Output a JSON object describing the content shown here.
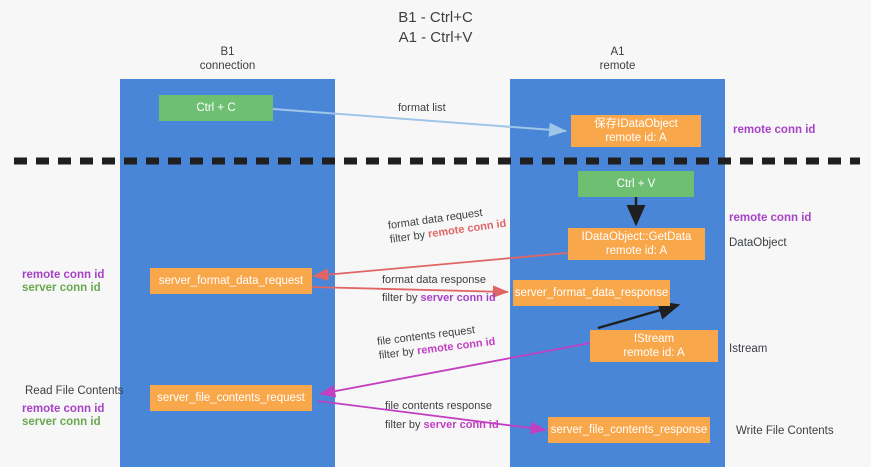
{
  "title": {
    "line1": "B1 - Ctrl+C",
    "line2": "A1 - Ctrl+V"
  },
  "lanes": [
    {
      "id": "b1",
      "name": "B1",
      "sub": "connection"
    },
    {
      "id": "a1",
      "name": "A1",
      "sub": "remote"
    }
  ],
  "nodes": {
    "ctrl_c": {
      "line1": "Ctrl + C",
      "line2": "",
      "color": "#6fbf73"
    },
    "save_dataobject": {
      "line1": "保存IDataObject",
      "line2": "remote id: A",
      "color": "#f9a74b"
    },
    "ctrl_v": {
      "line1": "Ctrl + V",
      "line2": "",
      "color": "#6fbf73"
    },
    "getdata": {
      "line1": "IDataObject::GetData",
      "line2": "remote id: A",
      "color": "#f9a74b"
    },
    "server_format_data_request": {
      "line1": "server_format_data_request",
      "line2": "",
      "color": "#f9a74b"
    },
    "server_format_data_response": {
      "line1": "server_format_data_response",
      "line2": "",
      "color": "#f9a74b"
    },
    "istream": {
      "line1": "IStream",
      "line2": "remote id: A",
      "color": "#f9a74b"
    },
    "server_file_contents_request": {
      "line1": "server_file_contents_request",
      "line2": "",
      "color": "#f9a74b"
    },
    "server_file_contents_response": {
      "line1": "server_file_contents_response",
      "line2": "",
      "color": "#f9a74b"
    }
  },
  "edge_labels": {
    "format_list": {
      "main": "format list",
      "filter_prefix": "",
      "filter_key": ""
    },
    "format_data_request": {
      "main": "format data request",
      "filter_prefix": "filter by ",
      "filter_key": "remote conn id"
    },
    "format_data_response": {
      "main": "format data response",
      "filter_prefix": "filter by ",
      "filter_key": "server conn id"
    },
    "file_contents_request": {
      "main": "file contents request",
      "filter_prefix": "filter by ",
      "filter_key": "remote conn id"
    },
    "file_contents_response": {
      "main": "file contents response",
      "filter_prefix": "filter by ",
      "filter_key": "server conn id"
    }
  },
  "right_notes": {
    "remote_conn_id_top": "remote conn id",
    "remote_conn_id_mid": "remote conn id",
    "dataobject": "DataObject",
    "istream": "Istream",
    "write_file_contents": "Write File Contents"
  },
  "left_notes": {
    "remote_conn_id": "remote conn id",
    "server_conn_id": "server conn id",
    "read_file_contents": "Read File Contents",
    "remote_conn_id_2": "remote conn id",
    "server_conn_id_2": "server conn id"
  },
  "colors": {
    "lane": "#4a86d8",
    "green_node": "#6fbf73",
    "orange_node": "#f9a74b",
    "purple_text": "#a742c6",
    "green_text": "#6aa84f",
    "red_arrow": "#e06666",
    "magenta_arrow": "#c23fc2",
    "blue_arrow": "#9fc5e8",
    "black_arrow": "#1f1f1f",
    "background": "#f7f7f8",
    "divider": "#1f1f1f"
  }
}
